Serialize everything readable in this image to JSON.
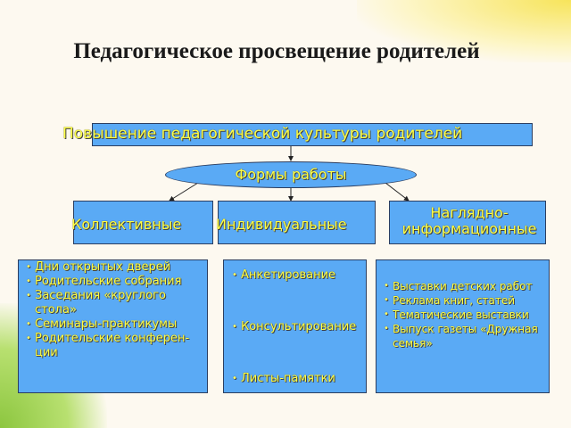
{
  "title": "Педагогическое просвещение родителей",
  "top": "Повышение педагогической культуры родителей",
  "forms": "Формы работы",
  "categories": [
    "Коллективные",
    "Индивидуальные",
    "Наглядно-информационные"
  ],
  "category3_lines": [
    "Наглядно-",
    "информационные"
  ],
  "collective": [
    "Дни открытых дверей",
    "Родительские собрания",
    "Заседания «круглого",
    "стола»",
    "Семинары-практикумы",
    "Родительские конферен-",
    "ции"
  ],
  "individual": [
    "Анкетирование",
    "Консультирование",
    "Листы-памятки"
  ],
  "visual": [
    "Выставки детских работ",
    "Реклама книг, статей",
    "Тематические выставки",
    "Выпуск газеты «Дружная",
    "семья»"
  ],
  "colors": {
    "box": "#5aaaf5",
    "text": "#ffff44"
  }
}
